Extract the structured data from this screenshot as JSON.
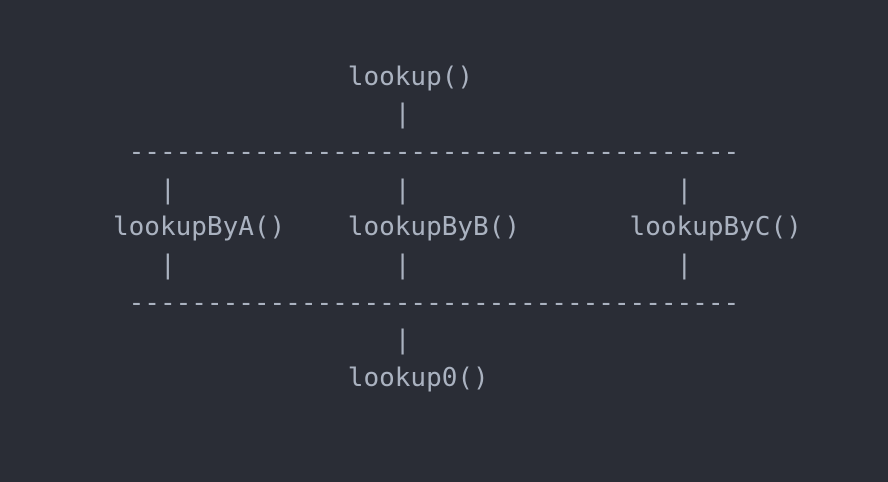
{
  "theme": {
    "background_color": "#2a2d36",
    "foreground_color": "#aab2c0"
  },
  "diagram": {
    "type": "ascii-call-tree",
    "root_function": "lookup()",
    "branch_functions": [
      "lookupByA()",
      "lookupByB()",
      "lookupByC()"
    ],
    "sink_function": "lookup0()",
    "connector_chars": {
      "vertical": "|",
      "horizontal": "-"
    },
    "lines": [
      "               lookup()",
      "                  |",
      " ---------------------------------------",
      "   |              |                 |",
      "lookupByA()    lookupByB()       lookupByC()",
      "   |              |                 |",
      " ---------------------------------------",
      "                  |",
      "               lookup0()"
    ]
  }
}
